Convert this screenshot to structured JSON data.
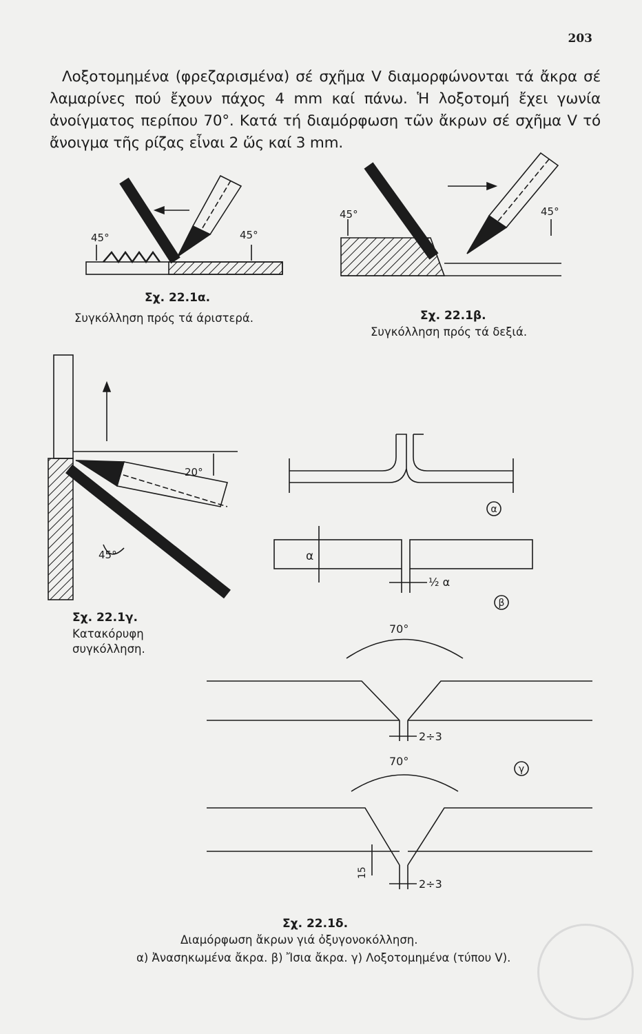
{
  "page_number": "203",
  "paragraph": "Λοξοτομημένα (φρεζαρισμένα) σέ σχῆμα V διαμορφώνονται τά ἄκρα σέ λαμαρίνες πού ἔχουν πάχος 4 mm καί πάνω. Ἡ λοξοτομή ἔχει γωνία ἀνοίγματος περίπου 70°. Κατά τή διαμόρφωση τῶν ἄκρων σέ σχῆμα V τό ἄνοιγμα τῆς ρίζας εἶναι 2 ὥς καί 3 mm.",
  "figures": {
    "a": {
      "number": "Σχ. 22.1α.",
      "caption": "Συγκόλληση πρός τά άριστερά.",
      "angle_left": "45°",
      "angle_right": "45°"
    },
    "b": {
      "number": "Σχ. 22.1β.",
      "caption": "Συγκόλληση πρός τά δεξιά.",
      "angle_left": "45°",
      "angle_right": "45°"
    },
    "c": {
      "number": "Σχ. 22.1γ.",
      "caption_line1": "Κατακόρυφη",
      "caption_line2": "συγκόλληση.",
      "angle_torch": "20°",
      "angle_rod": "45°"
    },
    "d": {
      "number": "Σχ. 22.1δ.",
      "caption": "Διαμόρφωση ἄκρων γιά ὀξυγονοκόλληση.",
      "legend": "α) Ἀνασηκωμένα ἄκρα. β) Ἴσια ἄκρα. γ) Λοξοτομημένα (τύπου V).",
      "label_a": "α",
      "label_b": "β",
      "label_c": "γ",
      "thickness": "α",
      "gap": "½ α",
      "angle_1": "70°",
      "angle_2": "70°",
      "root_gap_1": "2÷3",
      "root_gap_2": "2÷3",
      "root_face": "15"
    }
  }
}
